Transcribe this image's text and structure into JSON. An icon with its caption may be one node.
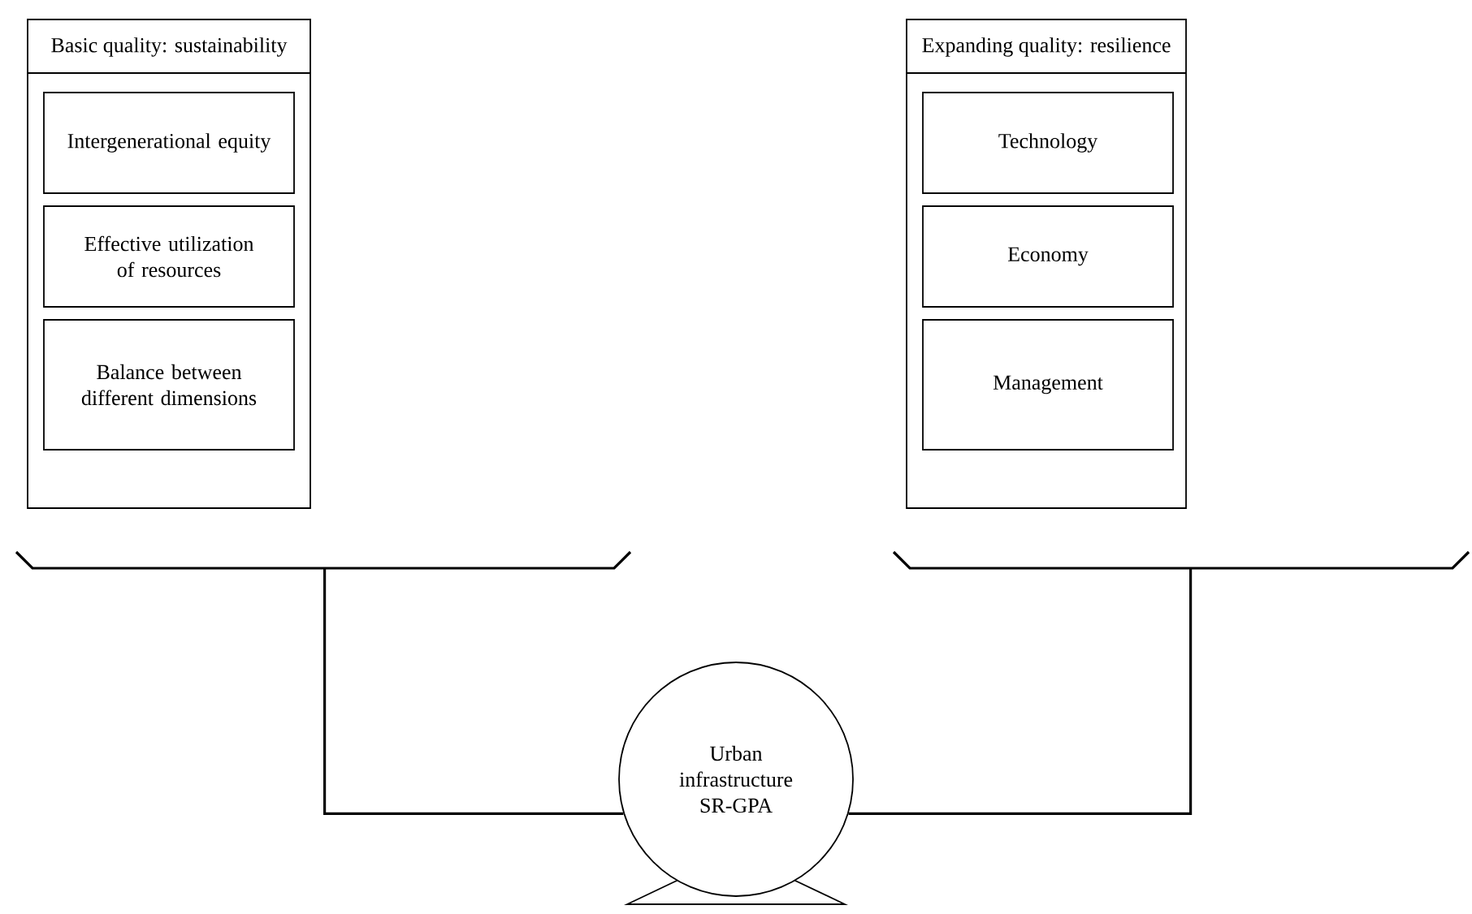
{
  "diagram": {
    "nodes": [
      {
        "text": [
          "Basic quality: sustainability"
        ]
      },
      {
        "text": [
          "Intergenerational equity"
        ],
        "in": 0
      },
      {
        "text": [
          "Effective utilization of resources"
        ],
        "in": 0
      },
      {
        "text": [
          "Balance between different dimensions"
        ],
        "in": 0
      },
      {
        "text": [
          "Expanding quality: resilience"
        ]
      },
      {
        "text": [
          "Technology"
        ],
        "in": 4
      },
      {
        "text": [
          "Economy"
        ],
        "in": 4
      },
      {
        "text": [
          "Management"
        ],
        "in": 4
      },
      {
        "text": [],
        "shape": "bar"
      },
      {
        "text": [],
        "shape": "bar"
      },
      {
        "text": [
          "Urban infrastructure SR-GPA"
        ]
      }
    ],
    "edges": [
      {
        "from": 8,
        "to": 10,
        "arrow": "none"
      },
      {
        "from": 9,
        "to": 10,
        "arrow": "none"
      }
    ]
  }
}
